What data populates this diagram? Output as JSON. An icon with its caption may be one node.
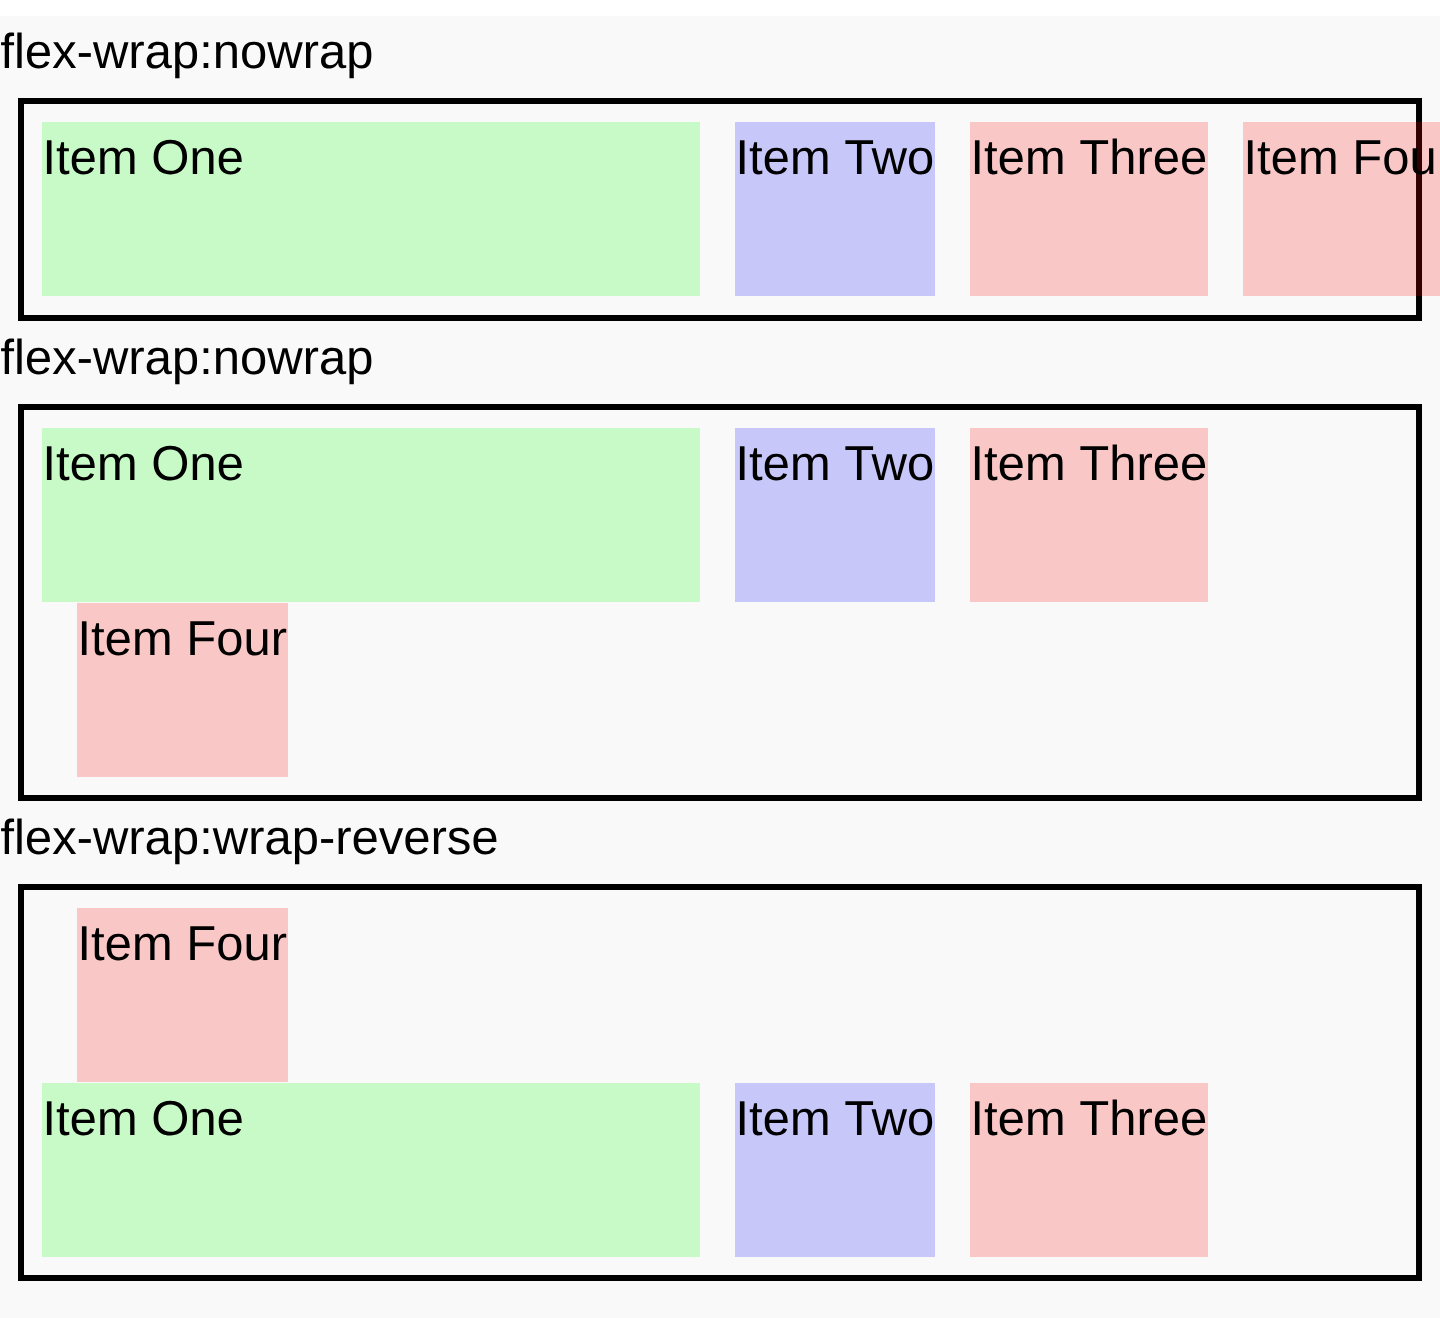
{
  "diagram": {
    "nodes": [
      {
        "text": [
          "flex-wrap:nowrap"
        ]
      },
      {
        "text": [
          "Item One"
        ],
        "in": 0
      },
      {
        "text": [
          "Item Two"
        ],
        "in": 0
      },
      {
        "text": [
          "Item Three"
        ],
        "in": 0
      },
      {
        "text": [
          "Item Fou"
        ]
      },
      {
        "text": [
          "flex-wrap:nowrap"
        ]
      },
      {
        "text": [
          "Item One"
        ],
        "in": 5
      },
      {
        "text": [
          "Item Two"
        ],
        "in": 5
      },
      {
        "text": [
          "Item Three"
        ],
        "in": 5
      },
      {
        "text": [
          "Item Four"
        ],
        "in": 5
      },
      {
        "text": [
          "flex-wrap:wrap-reverse"
        ]
      },
      {
        "text": [
          "Item Four"
        ],
        "in": 10
      },
      {
        "text": [
          "Item One"
        ],
        "in": 10
      },
      {
        "text": [
          "Item Two"
        ],
        "in": 10
      },
      {
        "text": [
          "Item Three"
        ],
        "in": 10
      }
    ]
  }
}
